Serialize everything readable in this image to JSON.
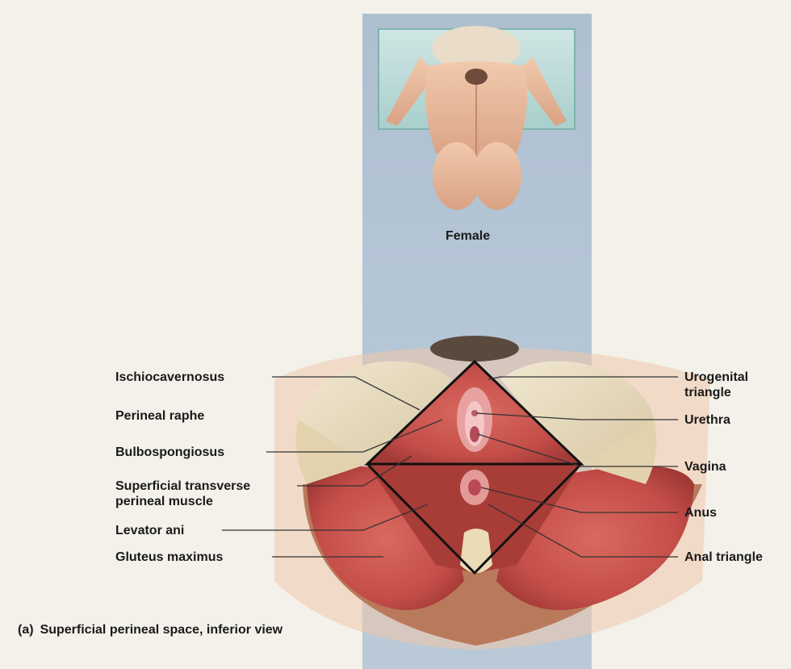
{
  "inset": {
    "label": "Female"
  },
  "labels_left": {
    "ischiocavernosus": "Ischiocavernosus",
    "perineal_raphe": "Perineal raphe",
    "bulbospongiosus": "Bulbospongiosus",
    "superficial_transverse_1": "Superficial transverse",
    "superficial_transverse_2": "perineal muscle",
    "levator_ani": "Levator ani",
    "gluteus_maximus": "Gluteus maximus"
  },
  "labels_right": {
    "urogenital_1": "Urogenital",
    "urogenital_2": "triangle",
    "urethra": "Urethra",
    "vagina": "Vagina",
    "anus": "Anus",
    "anal_triangle": "Anal triangle"
  },
  "caption": {
    "tag": "(a)",
    "text": "Superficial perineal space, inferior view"
  },
  "colors": {
    "background": "#f3f1ea",
    "strip": "#b4c5d6",
    "muscle": "#c9564f",
    "bone": "#e8dcc0",
    "skin": "#e7b89a"
  }
}
